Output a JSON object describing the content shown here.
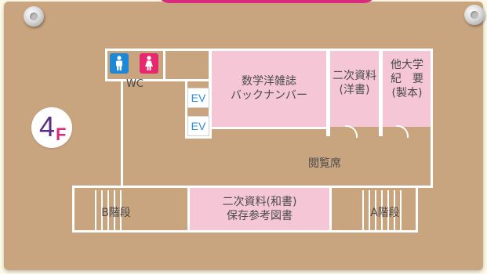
{
  "floor": {
    "number": "4",
    "letter": "F"
  },
  "rooms": {
    "wc": "WC",
    "ev_top": "EV",
    "ev_bottom": "EV",
    "journals_line1": "数学洋雑誌",
    "journals_line2": "バックナンバー",
    "secondary_western_line1": "二次資料",
    "secondary_western_line2": "(洋書)",
    "other_univ_line1": "他大学",
    "other_univ_line2": "紀　要",
    "other_univ_line3": "(製本)",
    "reading_seats": "閲覧席",
    "stairs_b": "B階段",
    "secondary_japanese_line1": "二次資料(和書)",
    "secondary_japanese_line2": "保存参考図書",
    "stairs_a": "A階段"
  },
  "icons": {
    "male": "male-restroom-icon",
    "female": "female-restroom-icon",
    "pin": "thumbtack-icon"
  },
  "colors": {
    "board": "#c9a57f",
    "walls": "#ffffff",
    "room_fill": "#f4c6d6",
    "male": "#1e88d6",
    "female": "#e6286e",
    "floor_number": "#5b2e86",
    "floor_letter": "#d9297a"
  }
}
